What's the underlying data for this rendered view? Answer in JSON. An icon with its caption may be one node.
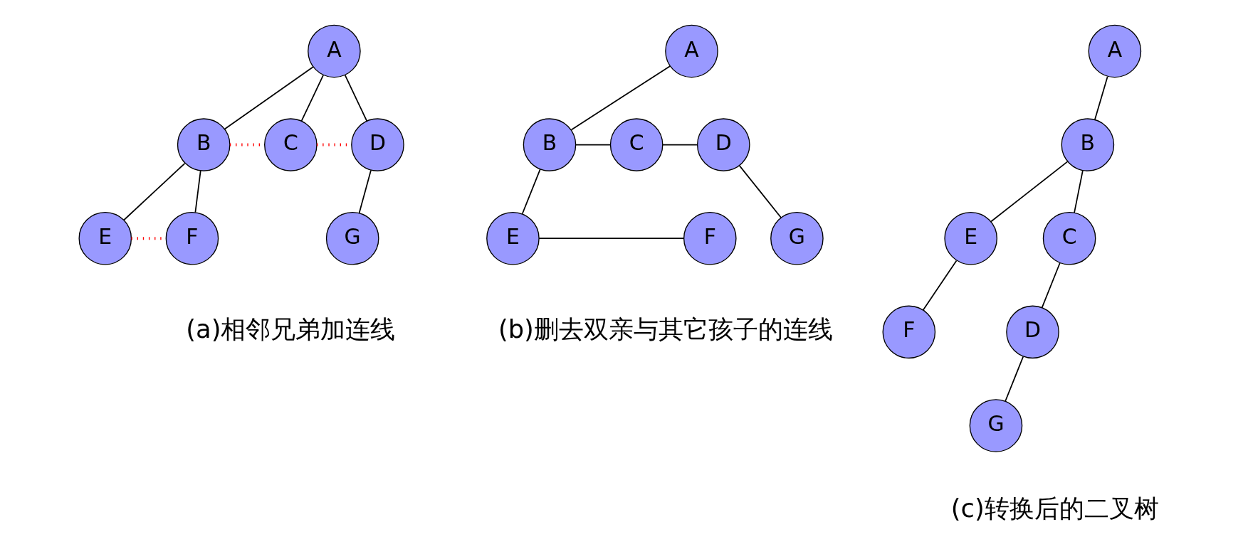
{
  "diagram": {
    "nodes": [
      {
        "text": [
          "A"
        ]
      },
      {
        "text": [
          "B"
        ]
      },
      {
        "text": [
          "C"
        ]
      },
      {
        "text": [
          "D"
        ]
      },
      {
        "text": [
          "E"
        ]
      },
      {
        "text": [
          "F"
        ]
      },
      {
        "text": [
          "G"
        ]
      },
      {
        "text": [
          "A"
        ]
      },
      {
        "text": [
          "B"
        ]
      },
      {
        "text": [
          "C"
        ]
      },
      {
        "text": [
          "D"
        ]
      },
      {
        "text": [
          "E"
        ]
      },
      {
        "text": [
          "F"
        ]
      },
      {
        "text": [
          "G"
        ]
      },
      {
        "text": [
          "A"
        ]
      },
      {
        "text": [
          "B"
        ]
      },
      {
        "text": [
          "E"
        ]
      },
      {
        "text": [
          "C"
        ]
      },
      {
        "text": [
          "F"
        ]
      },
      {
        "text": [
          "D"
        ]
      },
      {
        "text": [
          "G"
        ]
      }
    ],
    "edges": [
      {
        "from": 0,
        "to": 1,
        "arrow": "none"
      },
      {
        "from": 0,
        "to": 2,
        "arrow": "none"
      },
      {
        "from": 0,
        "to": 3,
        "arrow": "none"
      },
      {
        "from": 1,
        "to": 2,
        "arrow": "none",
        "style": "dashed",
        "color": "#ff0000"
      },
      {
        "from": 2,
        "to": 3,
        "arrow": "none",
        "style": "dashed",
        "color": "#ff0000"
      },
      {
        "from": 1,
        "to": 4,
        "arrow": "none"
      },
      {
        "from": 1,
        "to": 5,
        "arrow": "none"
      },
      {
        "from": 3,
        "to": 6,
        "arrow": "none"
      },
      {
        "from": 4,
        "to": 5,
        "arrow": "none",
        "style": "dashed",
        "color": "#ff0000"
      },
      {
        "from": 7,
        "to": 8,
        "arrow": "none"
      },
      {
        "from": 8,
        "to": 9,
        "arrow": "none"
      },
      {
        "from": 9,
        "to": 10,
        "arrow": "none"
      },
      {
        "from": 8,
        "to": 11,
        "arrow": "none"
      },
      {
        "from": 11,
        "to": 12,
        "arrow": "none"
      },
      {
        "from": 10,
        "to": 13,
        "arrow": "none"
      },
      {
        "from": 14,
        "to": 15,
        "arrow": "none"
      },
      {
        "from": 15,
        "to": 16,
        "arrow": "none"
      },
      {
        "from": 15,
        "to": 17,
        "arrow": "none"
      },
      {
        "from": 16,
        "to": 18,
        "arrow": "none"
      },
      {
        "from": 17,
        "to": 19,
        "arrow": "none"
      },
      {
        "from": 19,
        "to": 20,
        "arrow": "none"
      }
    ],
    "labels": [
      "(a)相邻兄弟加连线",
      "(b)删去双亲与其它孩子的连线",
      "(c)转换后的二叉树"
    ]
  }
}
